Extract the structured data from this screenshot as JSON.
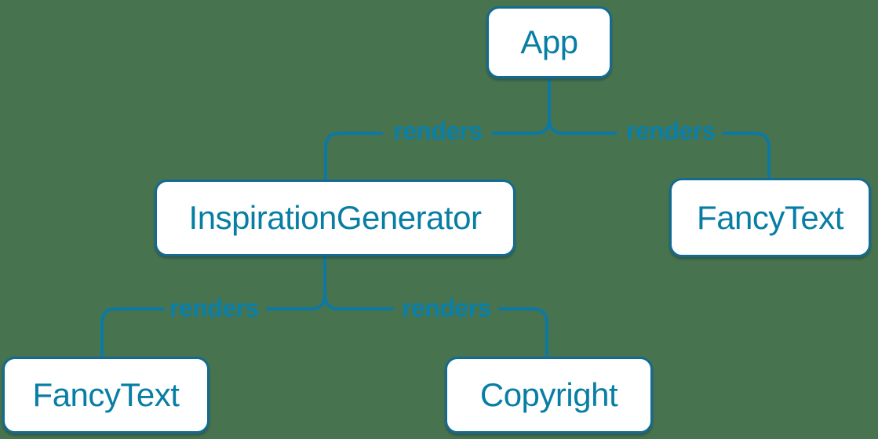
{
  "diagram": {
    "type": "component-tree",
    "background_color": "#47734f",
    "colors": {
      "accent_text": "#087ea4",
      "connector_line": "#0d79a3",
      "box_border": "#136b92",
      "box_fill": "#ffffff"
    },
    "nodes": {
      "app": {
        "label": "App"
      },
      "inspiration_generator": {
        "label": "InspirationGenerator"
      },
      "fancy_text_top": {
        "label": "FancyText"
      },
      "fancy_text_bottom": {
        "label": "FancyText"
      },
      "copyright": {
        "label": "Copyright"
      }
    },
    "edges": {
      "app_to_inspiration_generator": {
        "label": "renders",
        "from": "App",
        "to": "InspirationGenerator"
      },
      "app_to_fancy_text": {
        "label": "renders",
        "from": "App",
        "to": "FancyText"
      },
      "inspiration_generator_to_fancy_text": {
        "label": "renders",
        "from": "InspirationGenerator",
        "to": "FancyText"
      },
      "inspiration_generator_to_copyright": {
        "label": "renders",
        "from": "InspirationGenerator",
        "to": "Copyright"
      }
    }
  }
}
